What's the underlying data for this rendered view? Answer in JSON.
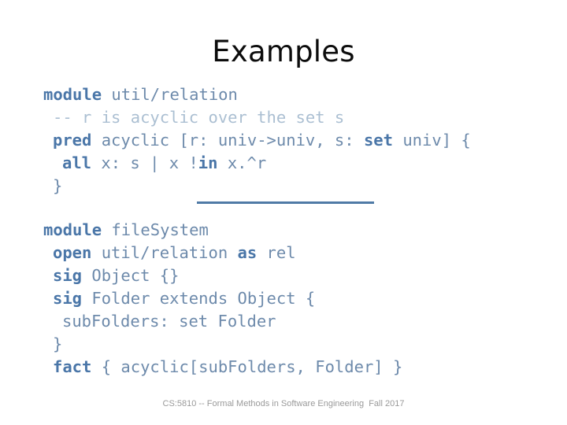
{
  "slide": {
    "title": "Examples",
    "background_color": "#ffffff",
    "title_color": "#0c0c0c"
  },
  "colors": {
    "keyword": "#4a76a8",
    "code_text": "#6d8aab",
    "comment": "#abbfd2",
    "divider": "#4f7aa6",
    "footer": "#9a9a9a"
  },
  "code_block_1": {
    "lines": [
      {
        "indent": 0,
        "segments": [
          {
            "text": "module",
            "style": "kw"
          },
          {
            "text": " util/relation",
            "style": "plain"
          }
        ]
      },
      {
        "indent": 1,
        "segments": [
          {
            "text": "-- r is acyclic over the set s",
            "style": "cmt"
          }
        ]
      },
      {
        "indent": 1,
        "segments": [
          {
            "text": "pred",
            "style": "kw"
          },
          {
            "text": " acyclic [r: univ->univ, s: ",
            "style": "plain"
          },
          {
            "text": "set",
            "style": "kw"
          },
          {
            "text": " univ] {",
            "style": "plain"
          }
        ]
      },
      {
        "indent": 2,
        "segments": [
          {
            "text": "all",
            "style": "kw"
          },
          {
            "text": " x: s | x !",
            "style": "plain"
          },
          {
            "text": "in",
            "style": "kw"
          },
          {
            "text": " x.^r",
            "style": "plain"
          }
        ]
      },
      {
        "indent": 1,
        "segments": [
          {
            "text": "}",
            "style": "plain"
          }
        ]
      }
    ]
  },
  "divider": {
    "label": "section-divider"
  },
  "code_block_2": {
    "lines": [
      {
        "indent": 0,
        "segments": [
          {
            "text": "module",
            "style": "kw"
          },
          {
            "text": " fileSystem",
            "style": "plain"
          }
        ]
      },
      {
        "indent": 1,
        "segments": [
          {
            "text": "open",
            "style": "kw"
          },
          {
            "text": " util/relation ",
            "style": "plain"
          },
          {
            "text": "as",
            "style": "kw"
          },
          {
            "text": " rel",
            "style": "plain"
          }
        ]
      },
      {
        "indent": 1,
        "segments": [
          {
            "text": "sig",
            "style": "kw"
          },
          {
            "text": " Object {}",
            "style": "plain"
          }
        ]
      },
      {
        "indent": 1,
        "segments": [
          {
            "text": "sig",
            "style": "kw"
          },
          {
            "text": " Folder extends Object {",
            "style": "plain"
          }
        ]
      },
      {
        "indent": 2,
        "segments": [
          {
            "text": "subFolders: set Folder",
            "style": "plain"
          }
        ]
      },
      {
        "indent": 1,
        "segments": [
          {
            "text": "}",
            "style": "plain"
          }
        ]
      },
      {
        "indent": 1,
        "segments": [
          {
            "text": "fact",
            "style": "kw"
          },
          {
            "text": " { acyclic[subFolders, Folder] }",
            "style": "plain"
          }
        ]
      }
    ]
  },
  "footer": {
    "text": "CS:5810 -- Formal Methods in Software Engineering  Fall 2017"
  }
}
